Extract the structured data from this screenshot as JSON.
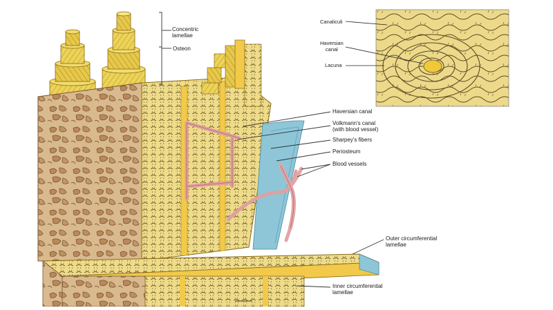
{
  "labels": {
    "concentric_lamellae": [
      "Concentric",
      "lamellae"
    ],
    "osteon": "Osteon",
    "haversian_canal": "Haversian canal",
    "volkmann_canal": [
      "Volkmann's canal",
      "(with blood vessel)"
    ],
    "sharpey_fibers": "Sharpey's fibers",
    "periosteum": "Periosteum",
    "blood_vessels": "Blood vessels",
    "outer_circumferential": [
      "Outer circumferential",
      "lamellae"
    ],
    "inner_circumferential": [
      "Inner circumferential",
      "lamellae"
    ]
  },
  "inset_labels": {
    "canaliculi": "Canaliculi",
    "haversian_canal": [
      "Haversian",
      "canal"
    ],
    "lacuna": "Lacuna"
  },
  "colors": {
    "spongy_bone": "#d9b98e",
    "spongy_holes": "#b8895a",
    "lamella_yellow": "#ecd35a",
    "lamella_dark": "#c9a62a",
    "canal_pink": "#e0a0a0",
    "periosteum_blue": "#8ec6d8",
    "inset_bg": "#ecd98a"
  }
}
